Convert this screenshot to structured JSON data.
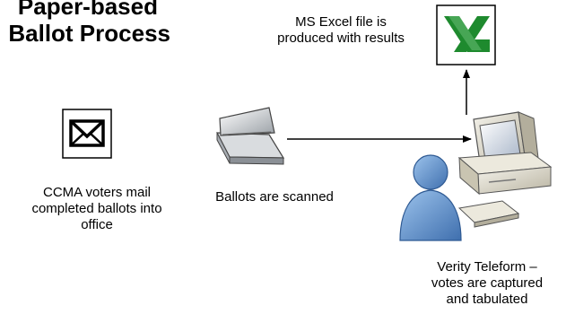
{
  "title": {
    "line1": "Paper-based",
    "line2": "Ballot Process"
  },
  "steps": {
    "mail": {
      "icon": "envelope-icon",
      "lines": [
        "CCMA voters mail",
        "completed ballots into",
        "office"
      ]
    },
    "scan": {
      "icon": "scanner-icon",
      "lines": [
        "Ballots are scanned"
      ]
    },
    "capture": {
      "icon": "computer-user-icon",
      "lines": [
        "Verity Teleform –",
        "votes are captured",
        "and tabulated"
      ]
    },
    "excel": {
      "icon": "excel-icon",
      "lines": [
        "MS Excel file is",
        "produced with results"
      ]
    }
  },
  "colors": {
    "arrow": "#000000",
    "excel_green": "#1e8a2e",
    "person_blue": "#5b8ec9",
    "computer_beige": "#e6e2d3"
  }
}
